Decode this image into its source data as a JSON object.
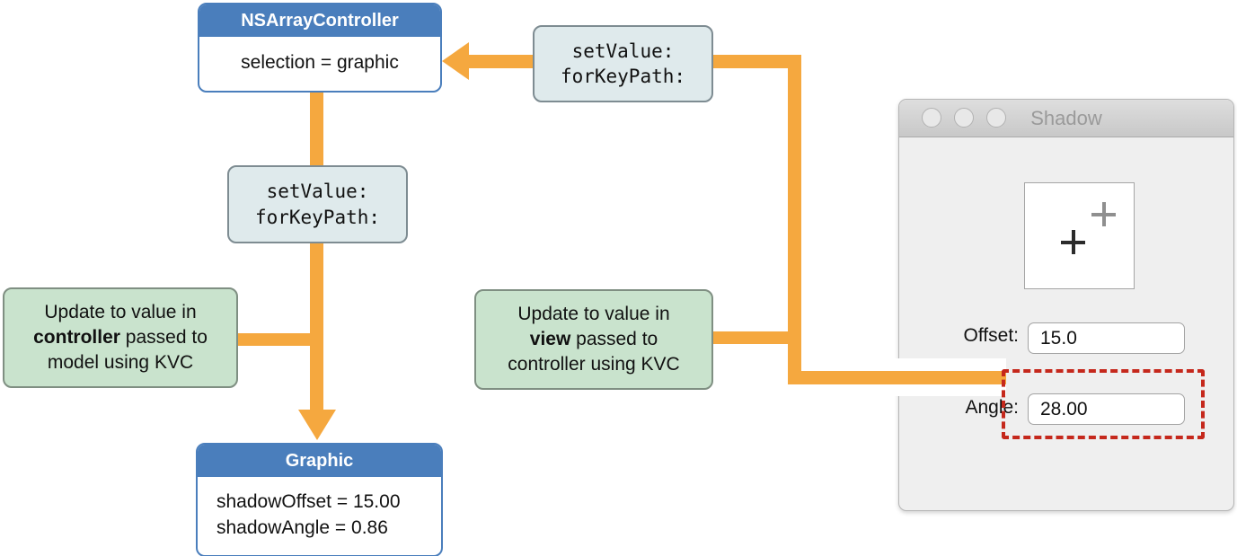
{
  "colors": {
    "orange": "#F5A83F",
    "blue": "#4A7EBC",
    "green-fill": "#C9E3CD",
    "green-border": "#7F8F82",
    "lightblue-fill": "#DFEAEC",
    "lightblue-border": "#7E8C92",
    "red": "#C5281C",
    "window-bg": "#EFEFEF",
    "titlebar-top": "#DEDEDE",
    "titlebar-bottom": "#C8C8C8",
    "title-text": "#9A9A9A"
  },
  "diagram": {
    "controller_box": {
      "title": "NSArrayController",
      "body": "selection = graphic"
    },
    "kvc_call_top": {
      "line1": "setValue:",
      "line2": "forKeyPath:"
    },
    "kvc_call_mid": {
      "line1": "setValue:",
      "line2": "forKeyPath:"
    },
    "note_controller": {
      "line1": "Update to value in",
      "bold": "controller",
      "line2_rest": " passed to",
      "line3": "model using KVC"
    },
    "note_view": {
      "line1": "Update to value in",
      "bold": "view",
      "line2_rest": " passed to",
      "line3": "controller using KVC"
    },
    "model_box": {
      "title": "Graphic",
      "line1": "shadowOffset = 15.00",
      "line2": "shadowAngle = 0.86"
    }
  },
  "window": {
    "title": "Shadow",
    "offset_label": "Offset:",
    "offset_value": "15.0",
    "angle_label": "Angle:",
    "angle_value": "28.00"
  }
}
